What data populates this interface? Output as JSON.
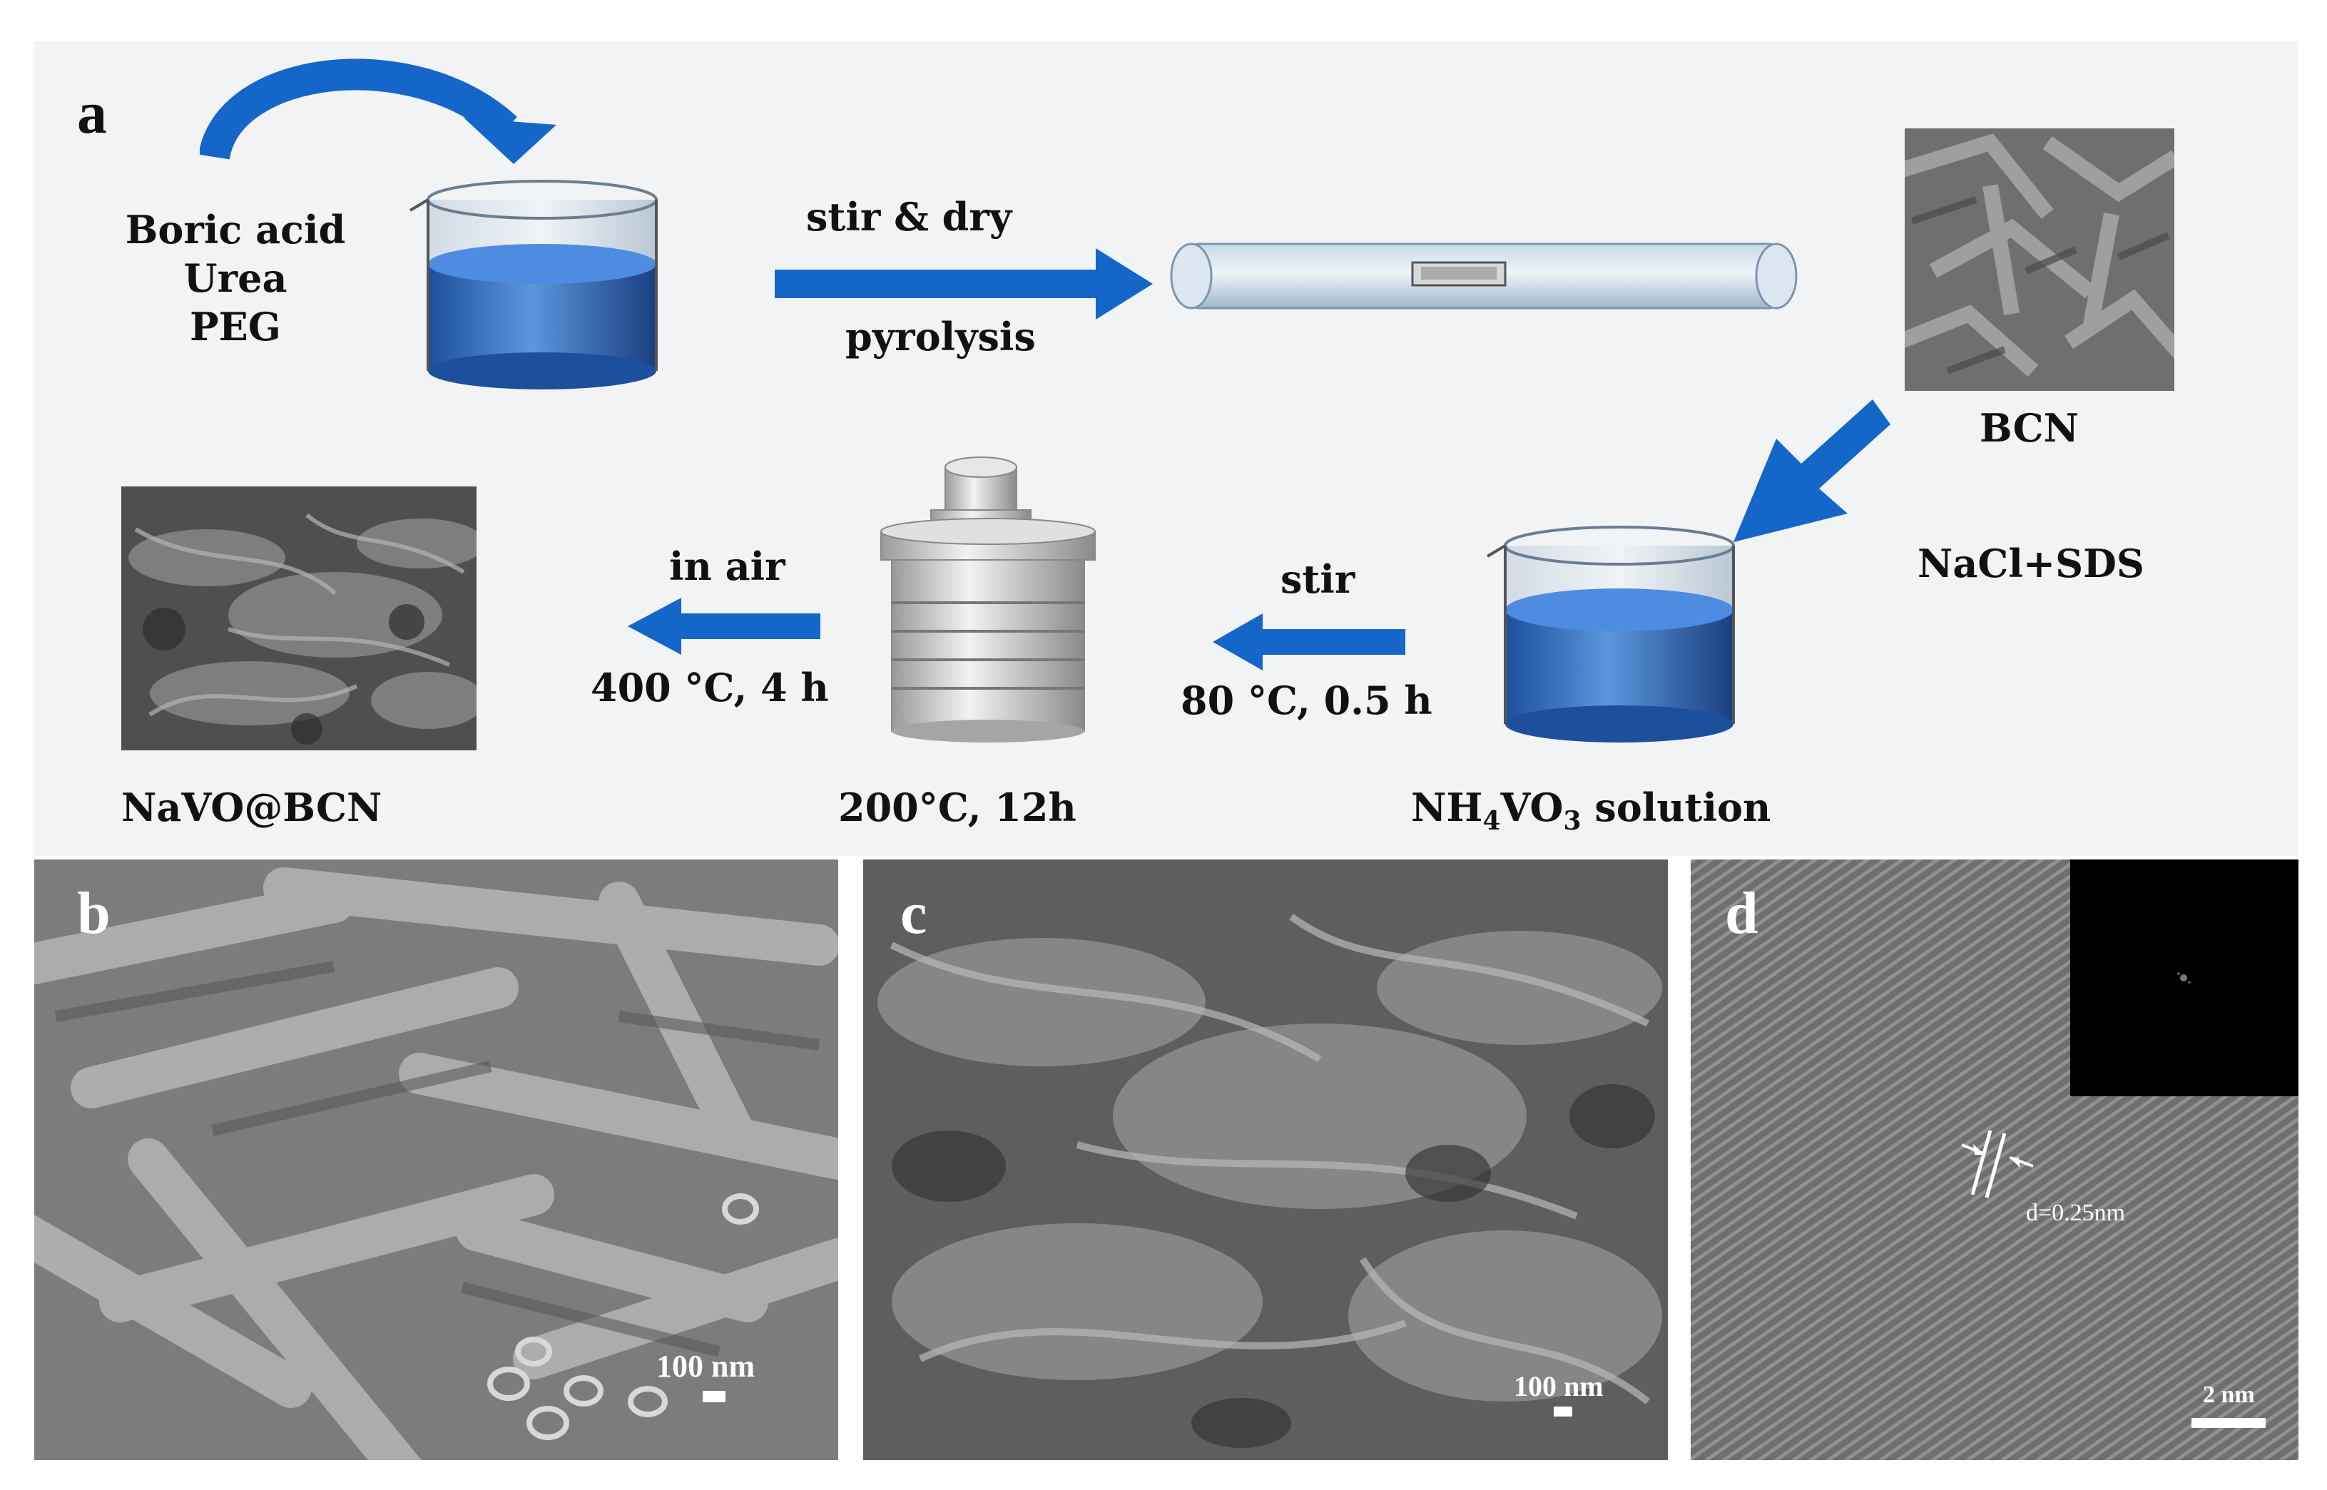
{
  "panels": {
    "a": "a",
    "b": "b",
    "c": "c",
    "d": "d"
  },
  "schematic": {
    "reagents": [
      "Boric acid",
      "Urea",
      "PEG"
    ],
    "step1_top": "stir & dry",
    "step1_bottom": "pyrolysis",
    "bcn_label": "BCN",
    "nacl_sds": "NaCl+SDS",
    "step2_top": "stir",
    "step2_bottom": "80 °C, 0.5 h",
    "solution_label": {
      "prefix": "NH",
      "sub1": "4",
      "mid": "VO",
      "sub2": "3",
      "suffix": " solution"
    },
    "autoclave_label": "200°C, 12h",
    "step3_top": "in air",
    "step3_bottom": "400 °C, 4 h",
    "product_label": "NaVO@BCN"
  },
  "micrographs": {
    "b_scale": "100 nm",
    "c_scale": "100 nm",
    "d_spacing": "d=0.25nm",
    "d_scale": "2 nm"
  },
  "colors": {
    "arrow_blue": "#1466c8",
    "liquid_blue": "#3d78c8",
    "background": "#f1f3f5"
  }
}
